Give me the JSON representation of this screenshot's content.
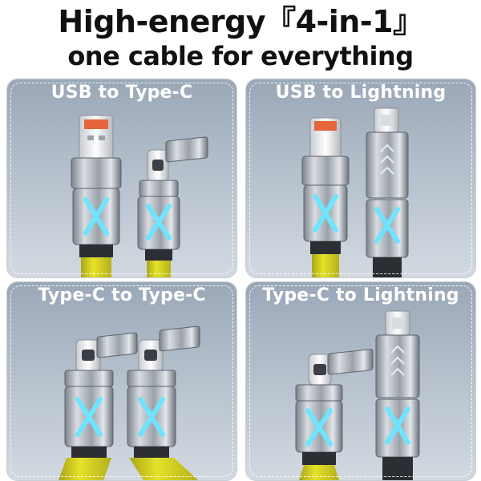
{
  "headline": {
    "line1": "High-energy『4-in-1』",
    "line2": "one cable for everything"
  },
  "panels": [
    {
      "label": "USB to Type-C"
    },
    {
      "label": "USB to Lightning"
    },
    {
      "label": "Type-C to Type-C"
    },
    {
      "label": "Type-C to Lightning"
    }
  ],
  "colors": {
    "cable": "#d6d11d",
    "panel_top": "#9aa7b7",
    "glow": "#6fe4ff",
    "usb_tongue": "#e4663a",
    "metal": "#b9bec5"
  },
  "icons": [
    "usb-a-connector-icon",
    "type-c-connector-icon",
    "lightning-connector-icon",
    "x-glow-icon"
  ]
}
